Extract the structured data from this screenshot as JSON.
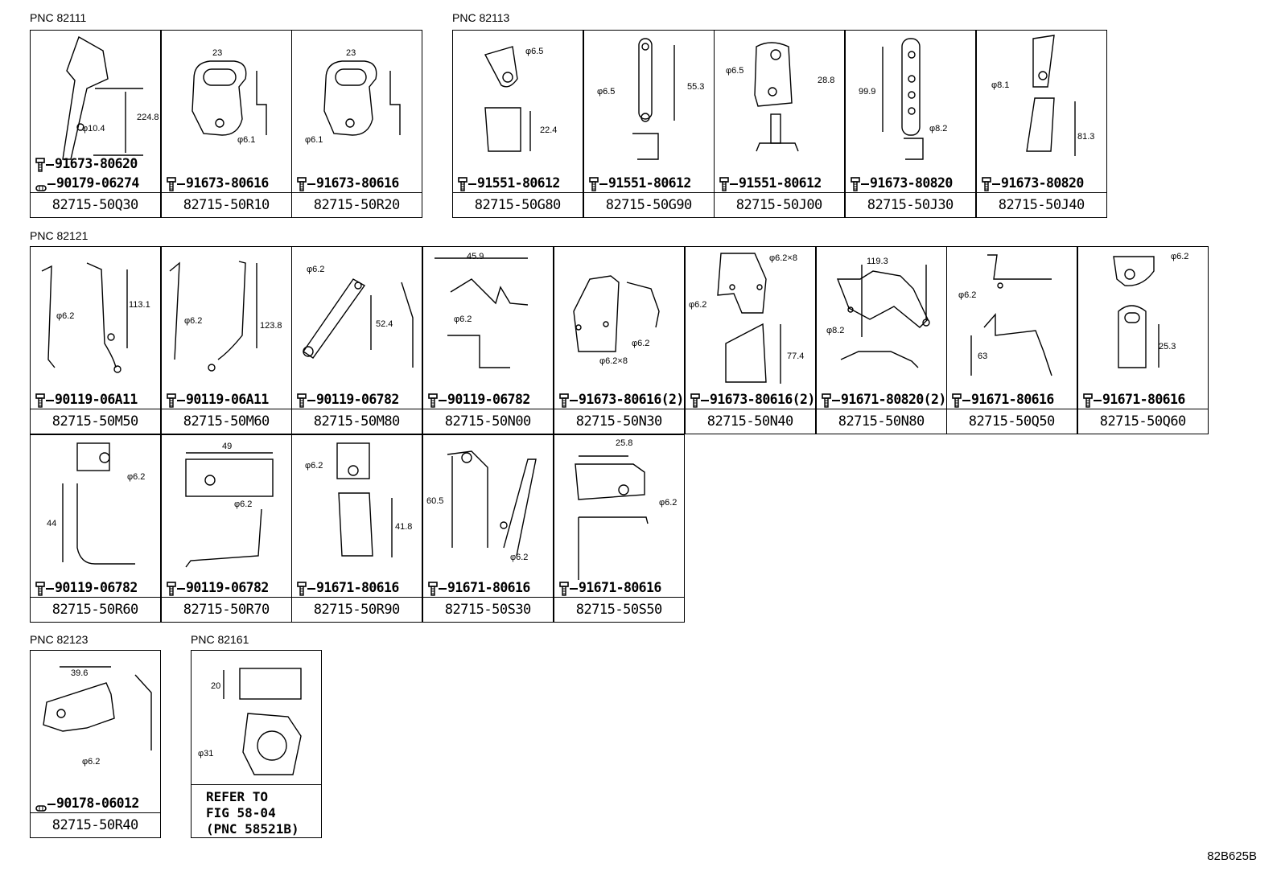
{
  "groups": [
    {
      "title": "PNC 82111"
    },
    {
      "title": "PNC 82113"
    },
    {
      "title": "PNC 82121"
    },
    {
      "title": "PNC 82123"
    },
    {
      "title": "PNC 82161"
    }
  ],
  "cells": [
    {
      "part": "82715-50Q30",
      "hw": [
        "91673-80620",
        "90179-06274"
      ],
      "dims": [
        "224.8",
        "φ10.4"
      ]
    },
    {
      "part": "82715-50R10",
      "hw": [
        "91673-80616"
      ],
      "dims": [
        "23",
        "φ6.1"
      ]
    },
    {
      "part": "82715-50R20",
      "hw": [
        "91673-80616"
      ],
      "dims": [
        "23",
        "φ6.1"
      ]
    },
    {
      "part": "82715-50G80",
      "hw": [
        "91551-80612"
      ],
      "dims": [
        "φ6.5",
        "22.4"
      ]
    },
    {
      "part": "82715-50G90",
      "hw": [
        "91551-80612"
      ],
      "dims": [
        "55.3",
        "φ6.5"
      ]
    },
    {
      "part": "82715-50J00",
      "hw": [
        "91551-80612"
      ],
      "dims": [
        "φ6.5",
        "28.8"
      ]
    },
    {
      "part": "82715-50J30",
      "hw": [
        "91673-80820"
      ],
      "dims": [
        "99.9",
        "φ8.2"
      ]
    },
    {
      "part": "82715-50J40",
      "hw": [
        "91673-80820"
      ],
      "dims": [
        "φ8.1",
        "81.3"
      ]
    },
    {
      "part": "82715-50M50",
      "hw": [
        "90119-06A11"
      ],
      "dims": [
        "113.1",
        "φ6.2"
      ]
    },
    {
      "part": "82715-50M60",
      "hw": [
        "90119-06A11"
      ],
      "dims": [
        "123.8",
        "φ6.2"
      ]
    },
    {
      "part": "82715-50M80",
      "hw": [
        "90119-06782"
      ],
      "dims": [
        "φ6.2",
        "52.4"
      ]
    },
    {
      "part": "82715-50N00",
      "hw": [
        "90119-06782"
      ],
      "dims": [
        "45.9",
        "φ6.2"
      ]
    },
    {
      "part": "82715-50N30",
      "hw": [
        "91673-80616(2)"
      ],
      "dims": [
        "φ6.2",
        "φ6.2×8"
      ]
    },
    {
      "part": "82715-50N40",
      "hw": [
        "91673-80616(2)"
      ],
      "dims": [
        "φ6.2×8",
        "φ6.2",
        "77.4"
      ]
    },
    {
      "part": "82715-50N80",
      "hw": [
        "91671-80820(2)"
      ],
      "dims": [
        "119.3",
        "φ8.2"
      ]
    },
    {
      "part": "82715-50Q50",
      "hw": [
        "91671-80616"
      ],
      "dims": [
        "φ6.2",
        "63"
      ]
    },
    {
      "part": "82715-50Q60",
      "hw": [
        "91671-80616"
      ],
      "dims": [
        "φ6.2",
        "25.3"
      ]
    },
    {
      "part": "82715-50R60",
      "hw": [
        "90119-06782"
      ],
      "dims": [
        "φ6.2",
        "44"
      ]
    },
    {
      "part": "82715-50R70",
      "hw": [
        "90119-06782"
      ],
      "dims": [
        "49",
        "φ6.2"
      ]
    },
    {
      "part": "82715-50R90",
      "hw": [
        "91671-80616"
      ],
      "dims": [
        "φ6.2",
        "41.8"
      ]
    },
    {
      "part": "82715-50S30",
      "hw": [
        "91671-80616"
      ],
      "dims": [
        "60.5",
        "φ6.2"
      ]
    },
    {
      "part": "82715-50S50",
      "hw": [
        "91671-80616"
      ],
      "dims": [
        "25.8",
        "φ6.2"
      ]
    },
    {
      "part": "82715-50R40",
      "hw": [
        "90178-06012"
      ],
      "dims": [
        "39.6",
        "φ6.2"
      ]
    },
    {
      "part": "",
      "hw": [],
      "dims": [
        "20",
        "φ31"
      ],
      "refer": "REFER TO\nFIG 58-04\n(PNC 58521B)"
    }
  ],
  "footer_code": "82B625B"
}
